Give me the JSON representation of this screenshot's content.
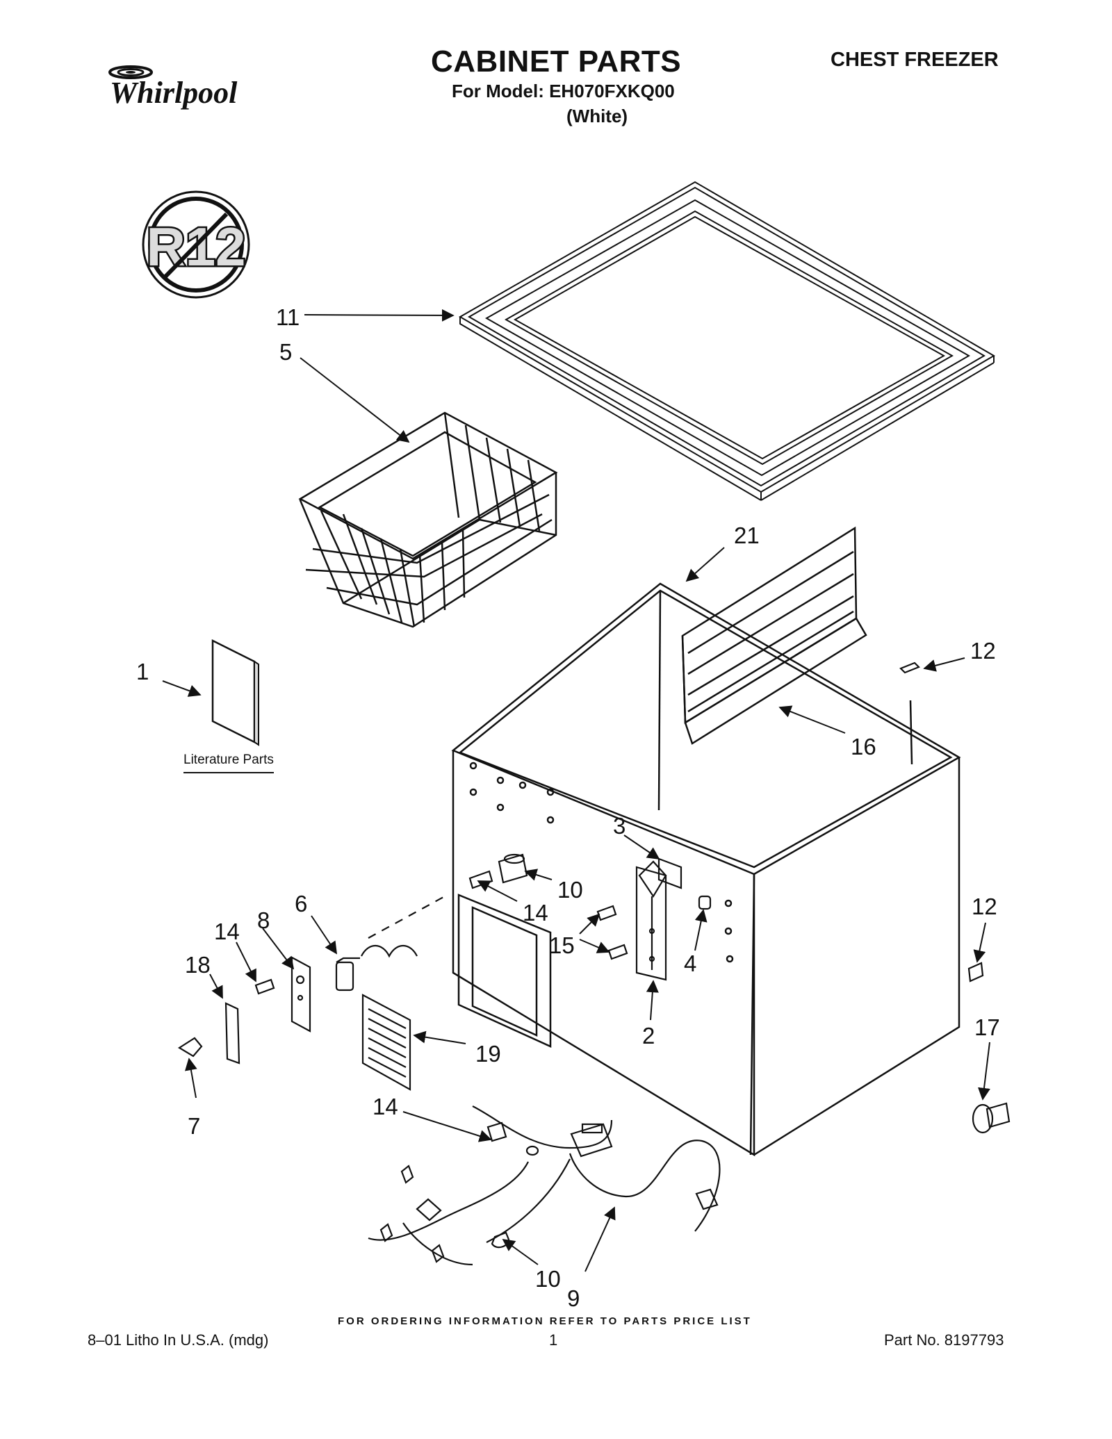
{
  "header": {
    "brand": "Whirlpool",
    "title": "CABINET PARTS",
    "model_line": "For Model: EH070FXKQ00",
    "color_line": "(White)",
    "product_type": "CHEST FREEZER"
  },
  "badge": {
    "text": "R12",
    "meaning": "no-r12-refrigerant"
  },
  "literature_label": "Literature Parts",
  "callouts": [
    {
      "id": "c11",
      "label": "11"
    },
    {
      "id": "c5",
      "label": "5"
    },
    {
      "id": "c21",
      "label": "21"
    },
    {
      "id": "c1",
      "label": "1"
    },
    {
      "id": "c12a",
      "label": "12"
    },
    {
      "id": "c16",
      "label": "16"
    },
    {
      "id": "c3",
      "label": "3"
    },
    {
      "id": "c10a",
      "label": "10"
    },
    {
      "id": "c14a",
      "label": "14"
    },
    {
      "id": "c6",
      "label": "6"
    },
    {
      "id": "c8",
      "label": "8"
    },
    {
      "id": "c14b",
      "label": "14"
    },
    {
      "id": "c15",
      "label": "15"
    },
    {
      "id": "c4",
      "label": "4"
    },
    {
      "id": "c12b",
      "label": "12"
    },
    {
      "id": "c18",
      "label": "18"
    },
    {
      "id": "c2",
      "label": "2"
    },
    {
      "id": "c17",
      "label": "17"
    },
    {
      "id": "c19",
      "label": "19"
    },
    {
      "id": "c7",
      "label": "7"
    },
    {
      "id": "c14c",
      "label": "14"
    },
    {
      "id": "c10b",
      "label": "10"
    },
    {
      "id": "c9",
      "label": "9"
    }
  ],
  "footer": {
    "ordering_note": "FOR ORDERING INFORMATION REFER TO PARTS PRICE LIST",
    "litho": "8–01 Litho In U.S.A. (mdg)",
    "page": "1",
    "part_no": "Part No. 8197793"
  }
}
